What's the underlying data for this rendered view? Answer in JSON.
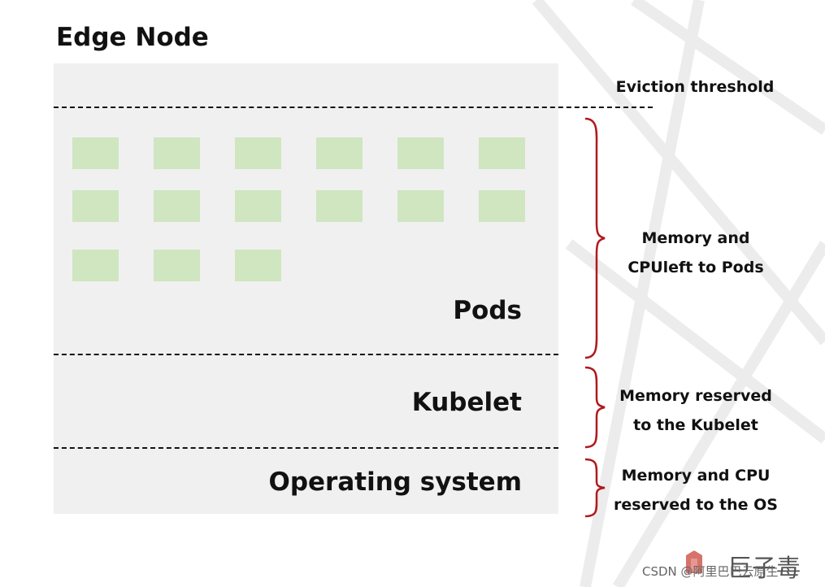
{
  "title": "Edge Node",
  "layers": {
    "pods": "Pods",
    "kubelet": "Kubelet",
    "os": "Operating system"
  },
  "annotations": {
    "eviction": "Eviction threshold",
    "pods_line1": "Memory and",
    "pods_line2": "CPUleft to Pods",
    "kubelet_line1": "Memory reserved",
    "kubelet_line2": "to the Kubelet",
    "os_line1": "Memory and CPU",
    "os_line2": "reserved to the OS"
  },
  "pod_count": 15,
  "colors": {
    "pod": "#cfe6c0",
    "panel": "#f0f0f0",
    "brace": "#b0191e"
  },
  "watermark": {
    "text": "CSDN @阿里巴巴云原生",
    "logo_text": "巨子毒"
  }
}
